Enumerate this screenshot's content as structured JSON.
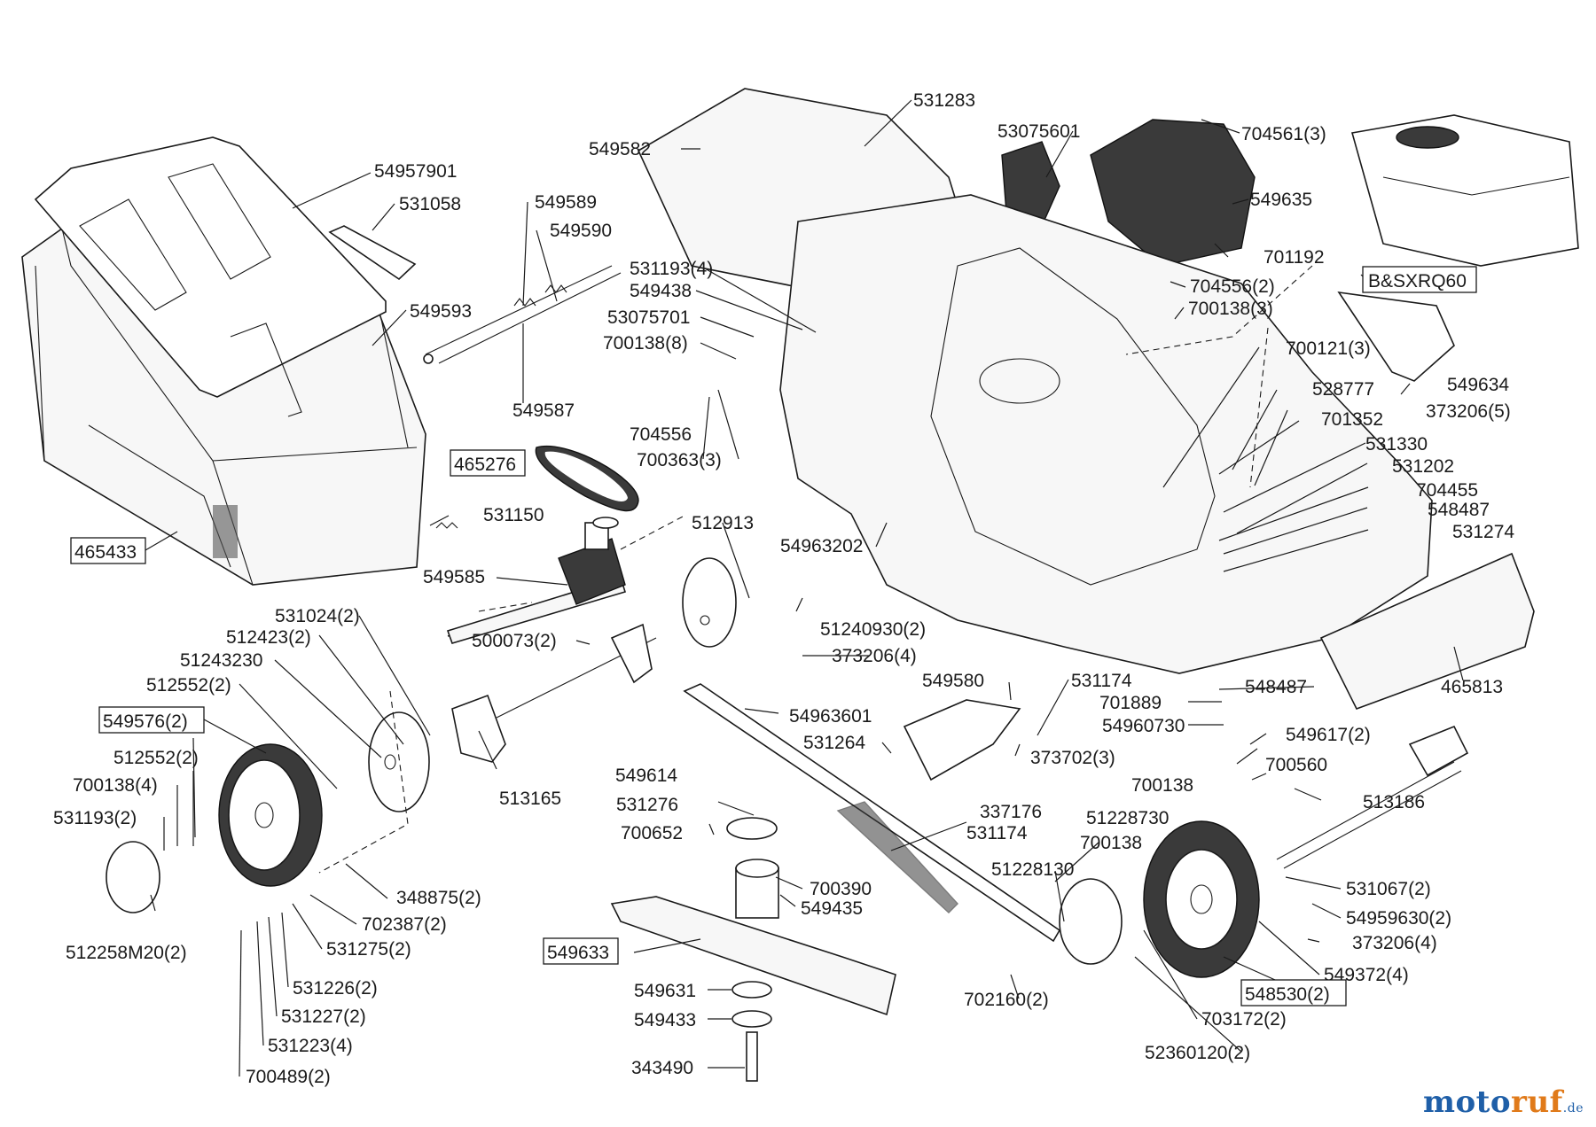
{
  "labels": {
    "p531283": "531283",
    "p549582": "549582",
    "p53075601": "53075601",
    "p704561_3": "704561(3)",
    "p54957901": "54957901",
    "p531058": "531058",
    "p549589": "549589",
    "p549590": "549590",
    "p549635": "549635",
    "p701192": "701192",
    "p531193_4": "531193(4)",
    "p549438": "549438",
    "p704556_2": "704556(2)",
    "p549593": "549593",
    "p53075701": "53075701",
    "p700138_3": "700138(3)",
    "p700138_8": "700138(8)",
    "p700121_3": "700121(3)",
    "p549587": "549587",
    "p704556": "704556",
    "p549634": "549634",
    "p528777": "528777",
    "p373206_5": "373206(5)",
    "p700363_3": "700363(3)",
    "p701352": "701352",
    "p531330": "531330",
    "p531202": "531202",
    "p704455": "704455",
    "p548487a": "548487",
    "p531150": "531150",
    "p531274": "531274",
    "p512913": "512913",
    "p54963202": "54963202",
    "p549585": "549585",
    "p531024_2": "531024(2)",
    "p51240930_2": "51240930(2)",
    "p512423_2": "512423(2)",
    "p500073_2": "500073(2)",
    "p373206_4a": "373206(4)",
    "p51243230": "51243230",
    "p549580": "549580",
    "p531174a": "531174",
    "p512552_2a": "512552(2)",
    "p548487b": "548487",
    "p465813": "465813",
    "p701889": "701889",
    "p54963601": "54963601",
    "p54960730": "54960730",
    "p531264": "531264",
    "p549617_2": "549617(2)",
    "p512552_2b": "512552(2)",
    "p373702_3": "373702(3)",
    "p549614": "549614",
    "p700560": "700560",
    "p700138_4": "700138(4)",
    "p700138a": "700138",
    "p513165": "513165",
    "p531276": "531276",
    "p337176": "337176",
    "p513186": "513186",
    "p531193_2": "531193(2)",
    "p51228730": "51228730",
    "p700652": "700652",
    "p531174b": "531174",
    "p700138b": "700138",
    "p51228130": "51228130",
    "p700390": "700390",
    "p531067_2": "531067(2)",
    "p348875_2": "348875(2)",
    "p549435": "549435",
    "p54959630_2": "54959630(2)",
    "p512258M20_2": "512258M20(2)",
    "p702387_2": "702387(2)",
    "p373206_4b": "373206(4)",
    "p531275_2": "531275(2)",
    "p549372_4": "549372(4)",
    "p531226_2": "531226(2)",
    "p549631": "549631",
    "p702160_2": "702160(2)",
    "p531227_2": "531227(2)",
    "p549433": "549433",
    "p703172_2": "703172(2)",
    "p531223_4": "531223(4)",
    "p52360120_2": "52360120(2)",
    "p700489_2": "700489(2)",
    "p343490": "343490"
  },
  "boxed_labels": {
    "engine": "B&SXRQ60",
    "p465276": "465276",
    "p465433": "465433",
    "p549576_2": "549576(2)",
    "p549633": "549633",
    "p548530_2": "548530(2)"
  },
  "watermark": {
    "part1": "moto",
    "part2": "ruf",
    "part3": ".de",
    "color_blue": "#1f5fa8",
    "color_orange": "#e07a1a"
  }
}
